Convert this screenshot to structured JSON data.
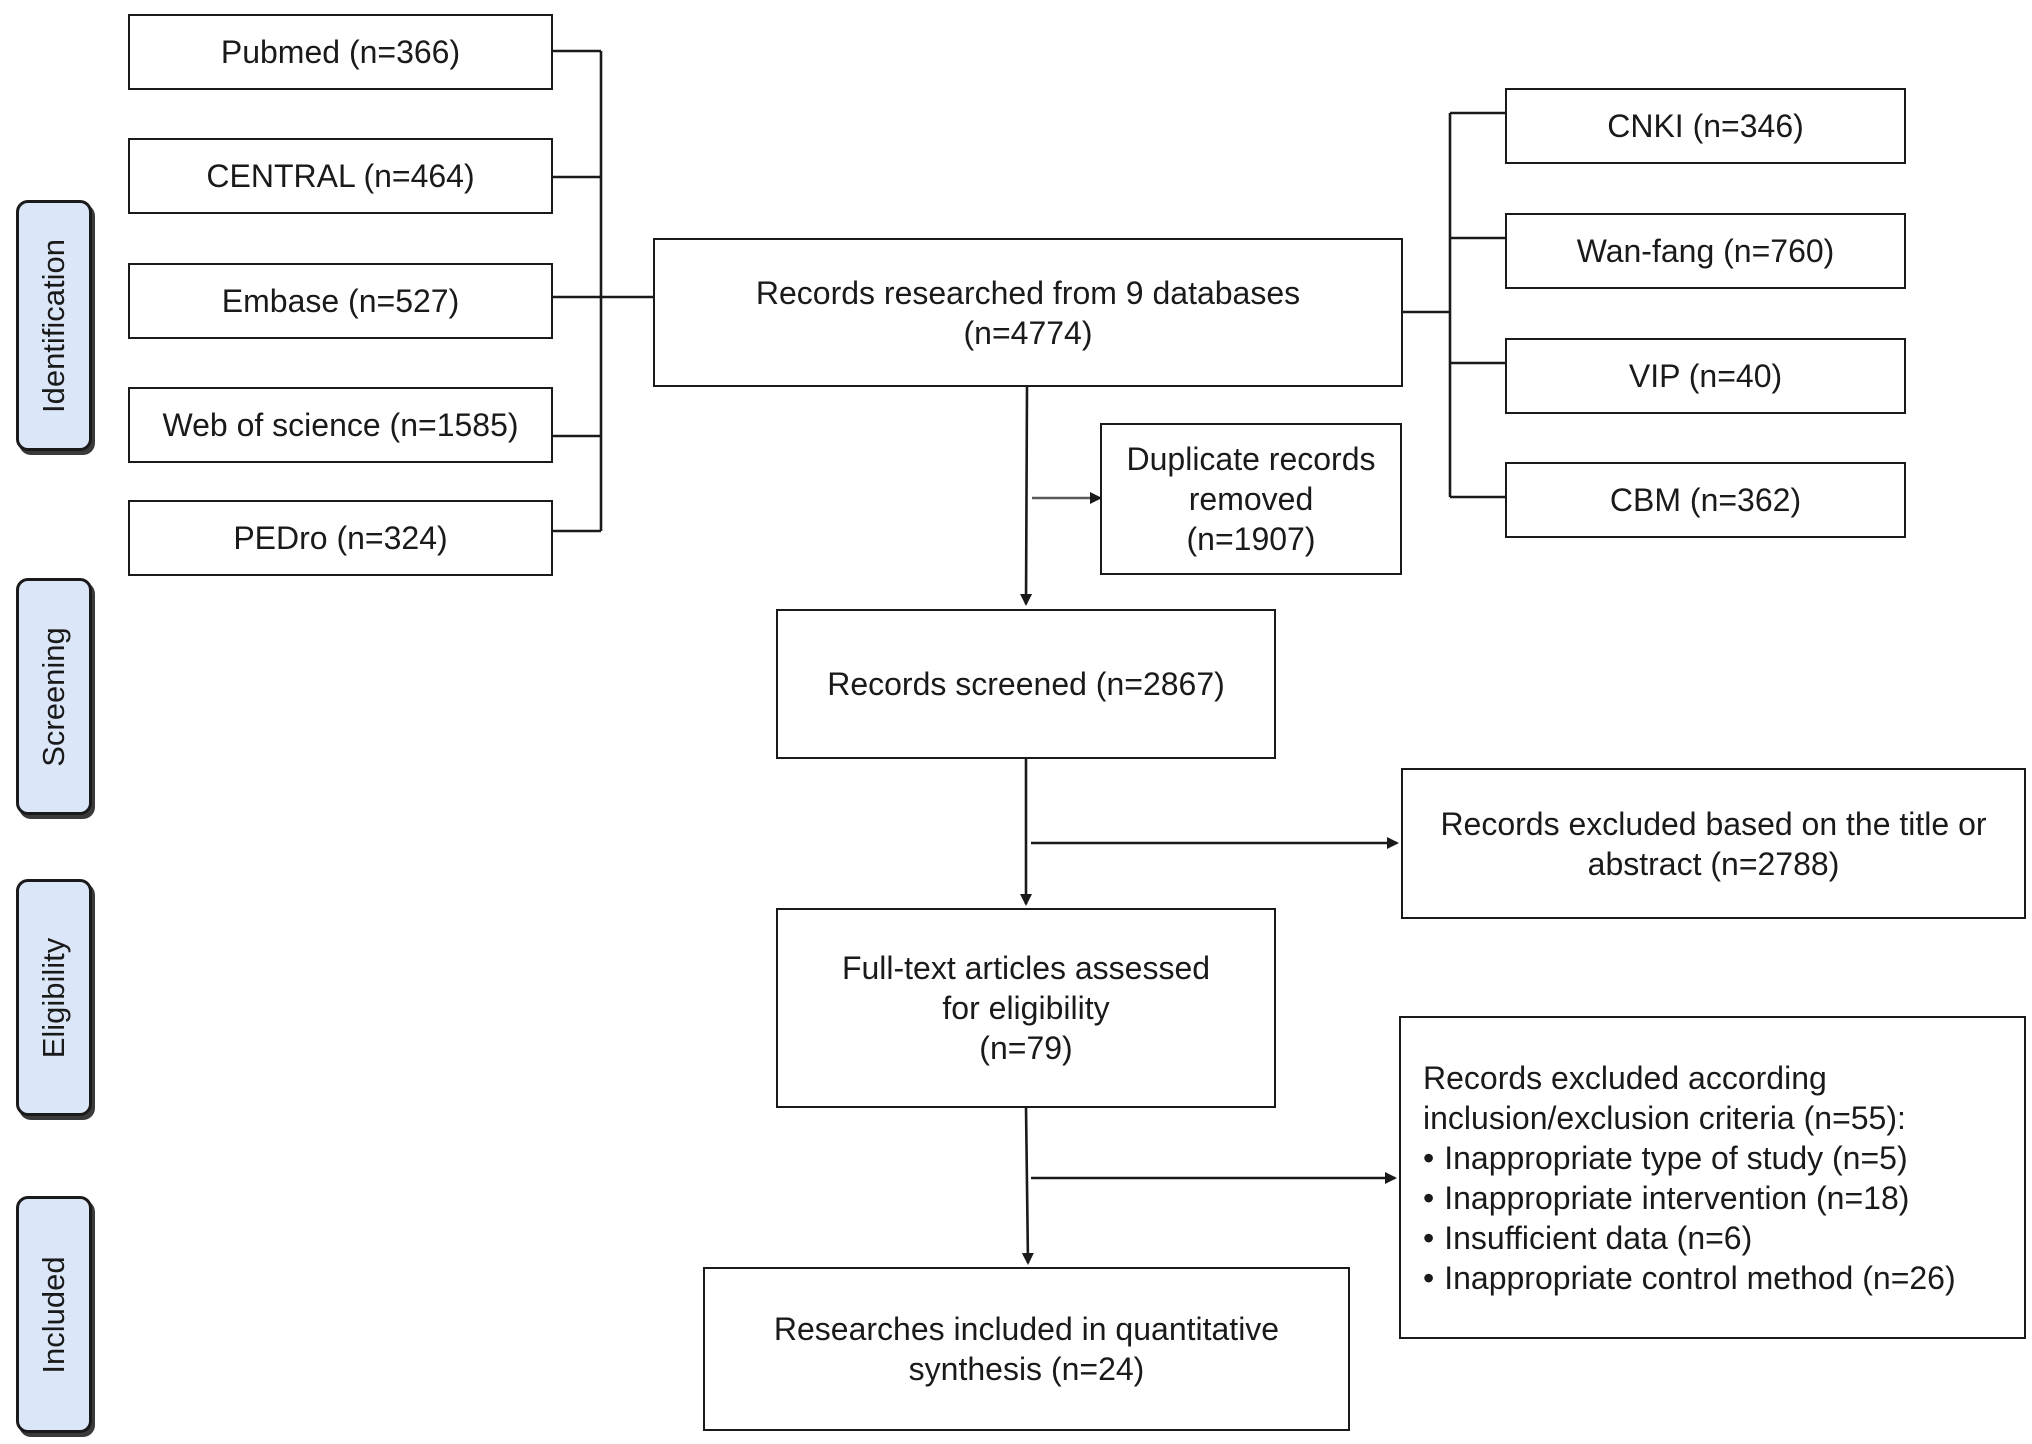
{
  "stages": [
    {
      "id": "identification",
      "label": "Identification"
    },
    {
      "id": "screening",
      "label": "Screening"
    },
    {
      "id": "eligibility",
      "label": "Eligibility"
    },
    {
      "id": "included",
      "label": "Included"
    }
  ],
  "databases_left": [
    {
      "label": "Pubmed (n=366)"
    },
    {
      "label": "CENTRAL (n=464)"
    },
    {
      "label": "Embase (n=527)"
    },
    {
      "label": "Web of science (n=1585)"
    },
    {
      "label": "PEDro (n=324)"
    }
  ],
  "databases_right": [
    {
      "label": "CNKI (n=346)"
    },
    {
      "label": "Wan-fang (n=760)"
    },
    {
      "label": "VIP (n=40)"
    },
    {
      "label": "CBM (n=362)"
    }
  ],
  "records_researched": {
    "line1": "Records researched from 9 databases",
    "line2": "(n=4774)"
  },
  "duplicates_removed": {
    "line1": "Duplicate records",
    "line2": "removed",
    "line3": "(n=1907)"
  },
  "records_screened": {
    "line1": "Records screened (n=2867)"
  },
  "excluded_title_abstract": {
    "line1": "Records excluded based on the title or",
    "line2": "abstract (n=2788)"
  },
  "full_text_assessed": {
    "line1": "Full-text articles assessed",
    "line2": "for eligibility",
    "line3": "(n=79)"
  },
  "excluded_criteria": {
    "line1": "Records excluded according",
    "line2": "inclusion/exclusion criteria (n=55):",
    "items": [
      "Inappropriate type of study (n=5)",
      "Inappropriate intervention (n=18)",
      "Insufficient data (n=6)",
      "Inappropriate control method (n=26)"
    ]
  },
  "included_synthesis": {
    "line1": "Researches included in quantitative",
    "line2": "synthesis (n=24)"
  }
}
